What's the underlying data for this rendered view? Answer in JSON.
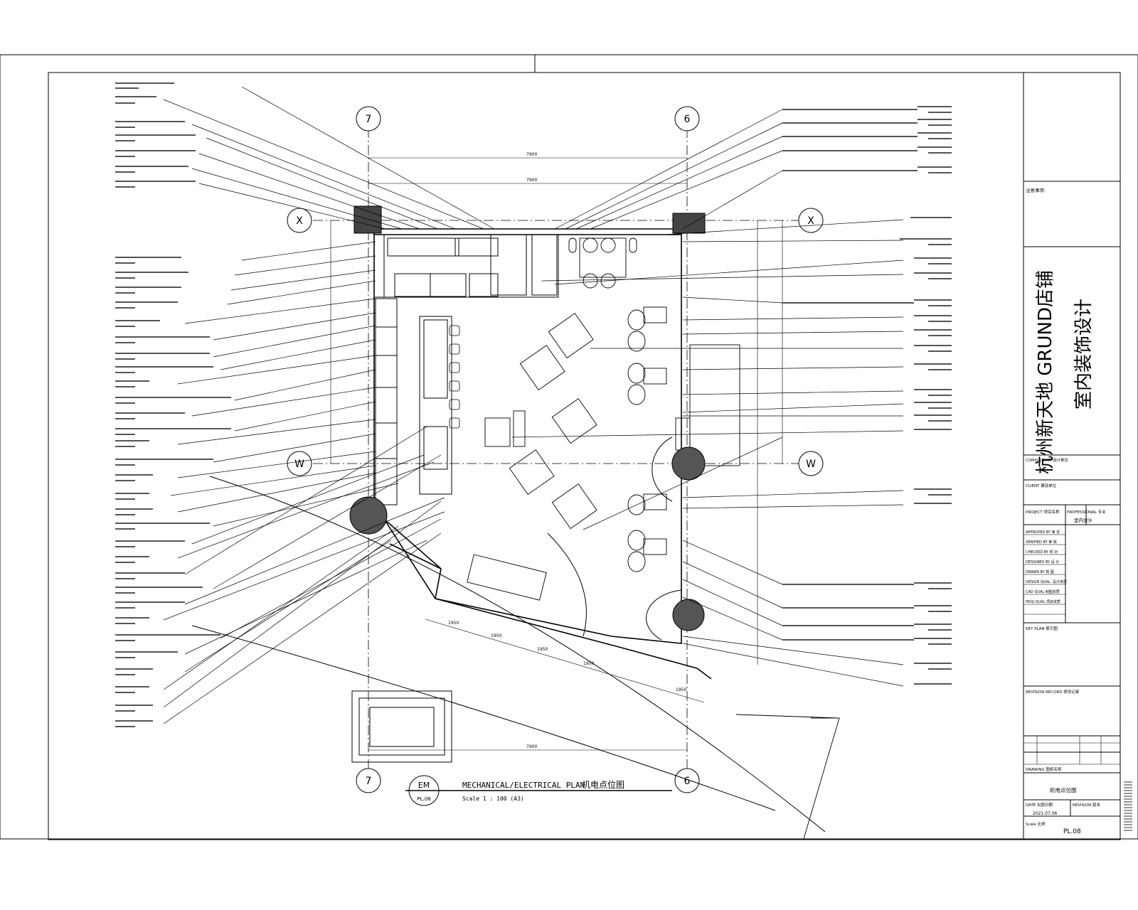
{
  "project_title": "杭州新天地 GRUND店铺",
  "project_subtitle": "室内装饰设计",
  "plan_title_en": "MECHANICAL/ELECTRICAL PLAN",
  "plan_title_cn": "机电点位图",
  "plan_scale": "Scale 1 : 100 (A3)",
  "plan_tag_top": "EM",
  "plan_tag_bottom": "PL.08",
  "sheet_name": "机电点位图",
  "sheet_number": "PL.08",
  "date": "2021.07.06",
  "grid_labels": {
    "top_left": "7",
    "top_right": "6",
    "bottom_left": "7",
    "bottom_right": "6",
    "row_x": "X",
    "row_w": "W"
  },
  "dimensions": {
    "top": "7900",
    "bottom": "7900",
    "angled": [
      "1950",
      "1950",
      "1950",
      "1950",
      "1950"
    ]
  },
  "title_block": {
    "notes_header": "注意事项:",
    "consultant": "CONSULTANT 设计单位",
    "client": "CLIENT 建设单位",
    "project": "PROJECT 项目名称",
    "professional": "PROFESSIONAL 专业",
    "discipline": "室内设计",
    "rows": [
      "APPROVED BY 审 定",
      "VERIFIED BY 审 核",
      "CHECKED BY 校 对",
      "DESIGNED BY 设 计",
      "DRAWN BY 制 图",
      "DESIGN QUAL. 设计资质",
      "CAD QUAL 制图资质",
      "PROJ QUAL 项目资质"
    ],
    "key_plan": "KEY PLAN 索引图",
    "revision": "REVISION RECORD 修改记录",
    "drawing": "DRAWING 图纸名称",
    "date_label": "DATE 出图日期",
    "revision_label": "REVISION 版本",
    "scale_label": "Scale 比例"
  }
}
